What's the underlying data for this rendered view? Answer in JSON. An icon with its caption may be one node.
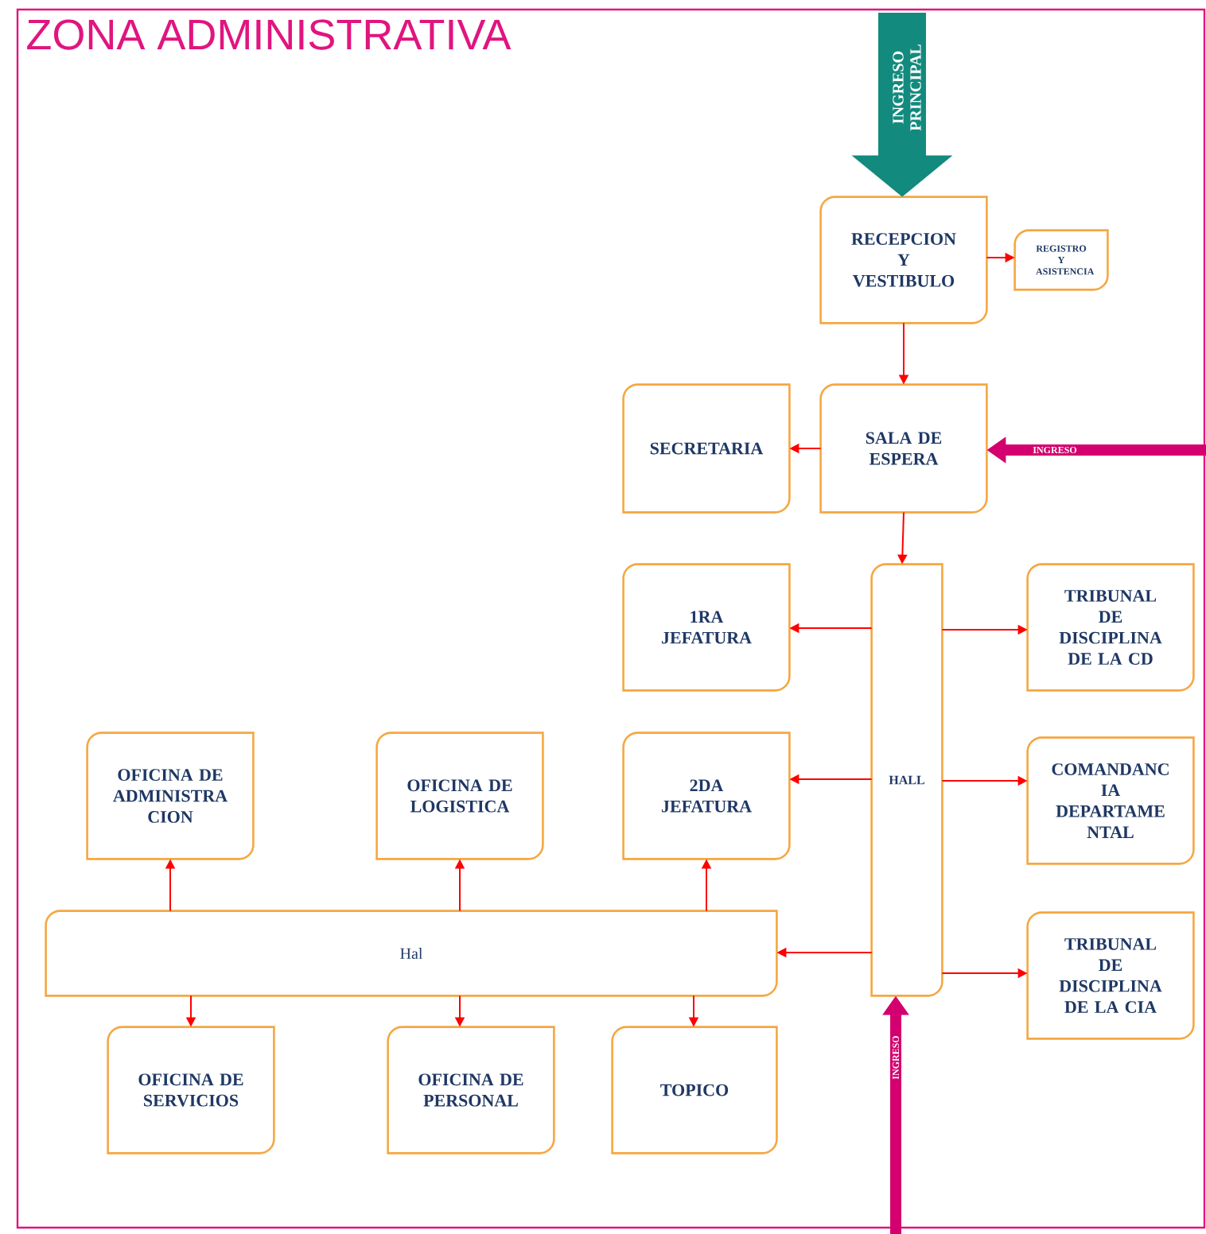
{
  "diagram": {
    "title": "ZONA ADMINISTRATIVA",
    "nodes": [
      {
        "text": [
          "RECEPCION Y VESTIBULO"
        ]
      },
      {
        "text": [
          "REGISTRO Y ASISTENCIA"
        ]
      },
      {
        "text": [
          "SECRETARIA"
        ]
      },
      {
        "text": [
          "SALA DE ESPERA"
        ]
      },
      {
        "text": [
          "1RA JEFATURA"
        ]
      },
      {
        "text": [
          "HALL"
        ]
      },
      {
        "text": [
          "TRIBUNAL DE DISCIPLINA DE LA CD"
        ]
      },
      {
        "text": [
          "COMANDANC IA DEPARTAME NTAL"
        ]
      },
      {
        "text": [
          "OFICINA DE ADMINISTRA CION"
        ]
      },
      {
        "text": [
          "OFICINA DE LOGISTICA"
        ]
      },
      {
        "text": [
          "2DA JEFATURA"
        ]
      },
      {
        "text": [
          "TRIBUNAL DE DISCIPLINA DE LA CIA"
        ]
      },
      {
        "text": [
          "Hal"
        ]
      },
      {
        "text": [
          "OFICINA DE SERVICIOS"
        ]
      },
      {
        "text": [
          "OFICINA DE PERSONAL"
        ]
      },
      {
        "text": [
          "TOPICO"
        ]
      }
    ],
    "edges": [
      {
        "from": 0,
        "to": 1,
        "arrow": "to"
      },
      {
        "from": 0,
        "to": 3,
        "arrow": "to"
      },
      {
        "from": 3,
        "to": 2,
        "arrow": "to"
      },
      {
        "from": 3,
        "to": 5,
        "arrow": "to"
      },
      {
        "from": 5,
        "to": 4,
        "arrow": "to"
      },
      {
        "from": 5,
        "to": 6,
        "arrow": "to"
      },
      {
        "from": 5,
        "to": 10,
        "arrow": "to"
      },
      {
        "from": 5,
        "to": 7,
        "arrow": "to"
      },
      {
        "from": 5,
        "to": 12,
        "arrow": "to"
      },
      {
        "from": 5,
        "to": 11,
        "arrow": "to"
      },
      {
        "from": 12,
        "to": 8,
        "arrow": "to"
      },
      {
        "from": 12,
        "to": 9,
        "arrow": "to"
      },
      {
        "from": 12,
        "to": 10,
        "arrow": "to"
      },
      {
        "from": 12,
        "to": 13,
        "arrow": "to"
      },
      {
        "from": 12,
        "to": 14,
        "arrow": "to"
      },
      {
        "from": 12,
        "to": 15,
        "arrow": "to"
      },
      {
        "from": null,
        "to": 0,
        "arrow": "to",
        "label": "INGRESO PRINCIPAL",
        "style": "thick",
        "color": "#138a7e"
      },
      {
        "from": null,
        "to": 3,
        "arrow": "to",
        "label": "INGRESO",
        "style": "thick",
        "color": "#d4006f"
      },
      {
        "from": null,
        "to": 5,
        "arrow": "to",
        "label": "INGRESO",
        "style": "thick",
        "color": "#d4006f"
      }
    ]
  }
}
